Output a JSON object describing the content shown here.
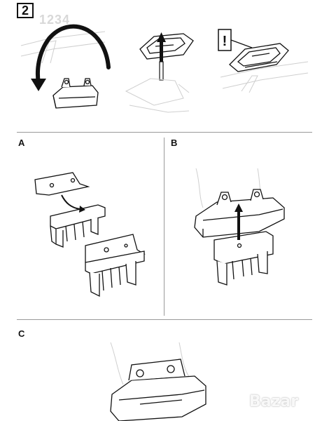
{
  "step": {
    "number": "2",
    "watermark": "1234"
  },
  "panels": {
    "a": {
      "label": "A"
    },
    "b": {
      "label": "B"
    },
    "c": {
      "label": "C"
    }
  },
  "warning": {
    "symbol": "!"
  },
  "logo": {
    "text": "Bazar",
    "icon": "bazar-logo"
  },
  "colors": {
    "line": "#222222",
    "light": "#cccccc",
    "divider": "#9a9a9a"
  }
}
